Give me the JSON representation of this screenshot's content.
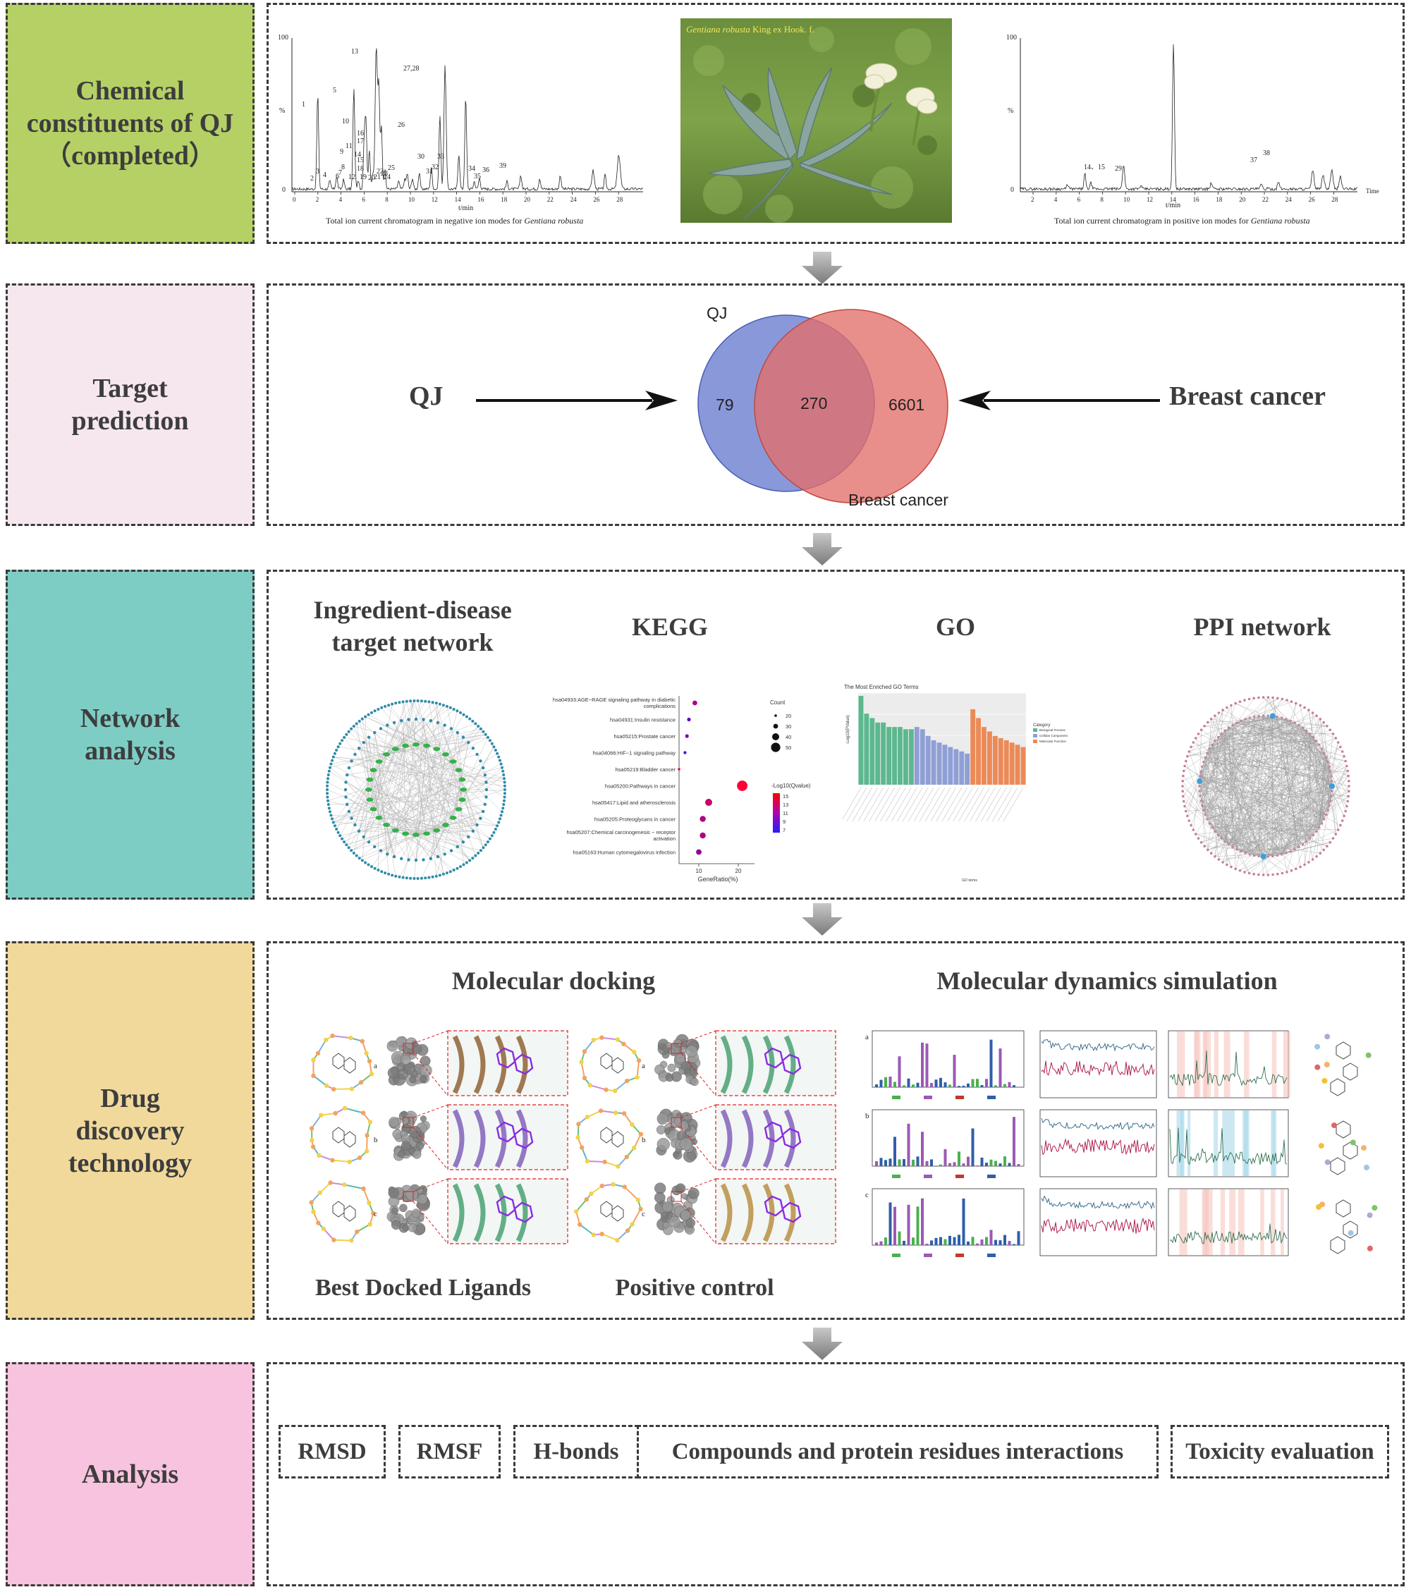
{
  "sections": {
    "chemical": {
      "title_lines": [
        "Chemical",
        "constituents of QJ",
        "（completed）"
      ],
      "color": "#b5d165"
    },
    "target": {
      "title_lines": [
        "Target",
        "prediction"
      ],
      "color": "#f6e7ef"
    },
    "network": {
      "title_lines": [
        "Network",
        "analysis"
      ],
      "color": "#7ecdc5"
    },
    "drug": {
      "title_lines": [
        "Drug",
        "discovery",
        "technology"
      ],
      "color": "#f1d99c"
    },
    "analysis": {
      "title_lines": [
        "Analysis"
      ],
      "color": "#f7c3de"
    }
  },
  "chromatogram_neg": {
    "y_top": "100",
    "y_unit": "%",
    "y_zero": "0",
    "x_unit": "t/min",
    "x_ticks": [
      "0",
      "2",
      "4",
      "6",
      "8",
      "10",
      "12",
      "14",
      "16",
      "18",
      "20",
      "22",
      "24",
      "26",
      "28"
    ],
    "caption_prefix": "Total ion current chromatogram in negative ion modes for ",
    "caption_species": "Gentiana robusta",
    "peak_labels": [
      "1",
      "2",
      "3",
      "4",
      "5",
      "6",
      "7",
      "8",
      "9",
      "10",
      "11",
      "12",
      "13",
      "14",
      "15",
      "16",
      "17",
      "18",
      "19",
      "20",
      "21",
      "22",
      "23",
      "24",
      "25",
      "26",
      "27,28",
      "30",
      "31",
      "32",
      "33",
      "34",
      "35",
      "36",
      "39"
    ]
  },
  "chromatogram_pos": {
    "y_top": "100",
    "y_unit": "%",
    "y_zero": "0",
    "x_unit": "t/min",
    "time_label": "Time",
    "x_ticks": [
      "2",
      "4",
      "6",
      "8",
      "10",
      "12",
      "14",
      "16",
      "18",
      "20",
      "22",
      "24",
      "26",
      "28"
    ],
    "caption_prefix": "Total ion current chromatogram in  positive ion modes for ",
    "caption_species": "Gentiana robusta",
    "peak_labels": [
      "14、15",
      "29",
      "37",
      "38"
    ]
  },
  "plant_photo": {
    "species": "Gentiana robusta",
    "authority": " King ex Hook. f."
  },
  "venn": {
    "set_a": "QJ",
    "set_b": "Breast cancer",
    "only_a": "79",
    "both": "270",
    "only_b": "6601",
    "left_label": "QJ",
    "right_label": "Breast cancer",
    "color_a": "#7f8fd6",
    "color_b": "#e88a86"
  },
  "network_panels": {
    "ingredient_title": [
      "Ingredient-disease",
      "target  network"
    ],
    "kegg_title": "KEGG",
    "go_title": "GO",
    "ppi_title": "PPI network"
  },
  "kegg": {
    "terms": [
      "hsa04933:AGE−RAGE signaling pathway in diabetic complications",
      "hsa04931:Insulin resistance",
      "hsa05215:Prostate cancer",
      "hsa04066:HIF−1 signaling pathway",
      "hsa05219:Bladder cancer",
      "hsa05200:Pathways in cancer",
      "hsa05417:Lipid and atherosclerosis",
      "hsa05205:Proteoglycans in cancer",
      "hsa05207:Chemical carcinogenesis − receptor activation",
      "hsa05163:Human cytomegalovirus infection"
    ],
    "gene_ratio": [
      9,
      7.5,
      7,
      6.5,
      5,
      21,
      12.5,
      11,
      11,
      10
    ],
    "count": [
      30,
      25,
      25,
      22,
      20,
      55,
      40,
      35,
      35,
      33
    ],
    "qvalue_log": [
      12,
      9,
      10,
      8,
      14,
      15,
      13,
      12,
      12,
      11
    ],
    "x_ticks": [
      "10",
      "20"
    ],
    "xlabel": "GeneRatio(%)",
    "legend_count_title": "Count",
    "legend_count_values": [
      "20",
      "30",
      "40",
      "50"
    ],
    "legend_color_title": "-Log10(Qvalue)",
    "legend_color_values": [
      "15",
      "13",
      "11",
      "9",
      "7"
    ]
  },
  "go": {
    "title": "The Most Enriched GO Terms",
    "ylabel": "-Log10(PValue)",
    "xlabel": "GO terms",
    "legend_title": "Category",
    "legend_items": [
      "Biological Process",
      "Cellular Component",
      "Molecular Function"
    ],
    "colors": [
      "#5cb88e",
      "#8f9fd6",
      "#ec8a57"
    ],
    "bp_values": [
      20,
      16,
      15,
      14,
      14,
      13,
      13,
      13,
      12.5,
      12.5
    ],
    "cc_values": [
      13,
      12.5,
      11,
      10,
      9.5,
      9,
      8.5,
      8,
      7.5,
      7
    ],
    "mf_values": [
      17,
      15,
      13,
      12,
      11,
      10.5,
      10,
      9.5,
      9,
      8.5
    ]
  },
  "drug": {
    "docking_title": "Molecular docking",
    "md_title": "Molecular dynamics simulation",
    "best_label": "Best Docked Ligands",
    "positive_label": "Positive control",
    "row_labels": [
      "a",
      "b",
      "c"
    ]
  },
  "analysis_items": [
    "RMSD",
    "RMSF",
    "H-bonds",
    "Compounds and protein residues interactions",
    "Toxicity evaluation"
  ]
}
